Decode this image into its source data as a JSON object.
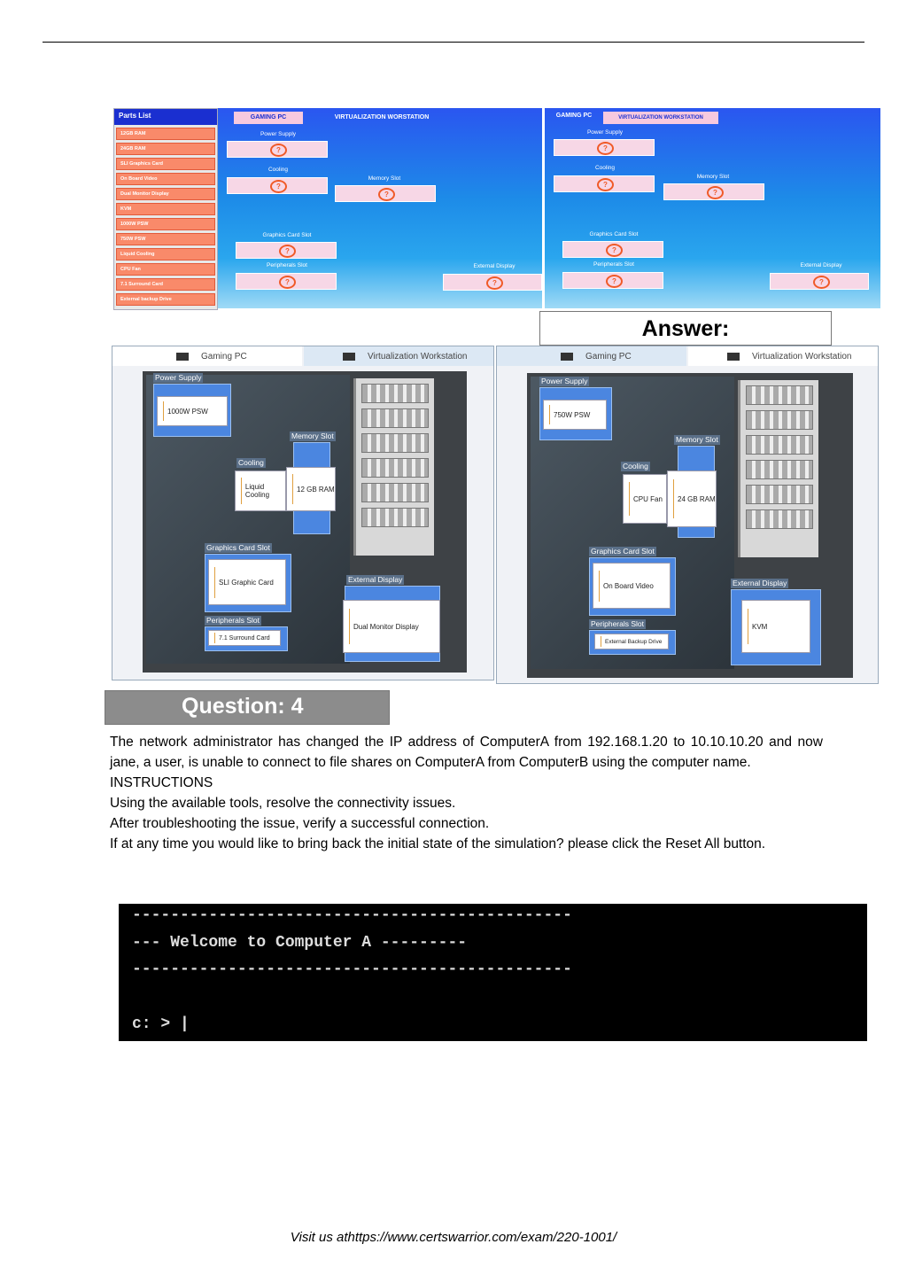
{
  "question_sim": {
    "parts_list": {
      "title": "Parts List",
      "items": [
        "12GB RAM",
        "24GB RAM",
        "SLI Graphics Card",
        "On Board Video",
        "Dual Monitor Display",
        "KVM",
        "1000W PSW",
        "750W PSW",
        "Liquid Cooling",
        "CPU Fan",
        "7.1 Surround Card",
        "External backup Drive"
      ]
    },
    "left": {
      "tab_gaming": "GAMING PC",
      "tab_virtual": "VIRTUALIZATION WORSTATION",
      "labels": {
        "power_supply": "Power Supply",
        "cooling": "Cooling",
        "memory_slot": "Memory Slot",
        "graphics_card_slot": "Graphics Card Slot",
        "peripherals_slot": "Peripherals Slot",
        "external_display": "External Display"
      }
    },
    "right": {
      "tab_gaming": "GAMING PC",
      "tab_virtual": "VIRTUALIZATION WORKSTATION",
      "labels": {
        "power_supply": "Power Supply",
        "cooling": "Cooling",
        "memory_slot": "Memory Slot",
        "graphics_card_slot": "Graphics Card Slot",
        "peripherals_slot": "Peripherals Slot",
        "external_display": "External Display"
      }
    },
    "question_mark": "?"
  },
  "answer_label": "Answer:",
  "answer_panels": {
    "gaming": {
      "tab_gaming": "Gaming PC",
      "tab_virtual": "Virtualization Workstation",
      "labels": {
        "power_supply": "Power Supply",
        "memory_slot": "Memory Slot",
        "cooling": "Cooling",
        "graphics_card_slot": "Graphics Card Slot",
        "external_display": "External Display",
        "peripherals_slot": "Peripherals Slot"
      },
      "values": {
        "power_supply": "1000W PSW",
        "cooling": "Liquid Cooling",
        "memory": "12 GB RAM",
        "graphics": "SLI Graphic Card",
        "external_display": "Dual Monitor Display",
        "peripherals": "7.1 Surround Card"
      }
    },
    "virtual": {
      "tab_gaming": "Gaming PC",
      "tab_virtual": "Virtualization Workstation",
      "labels": {
        "power_supply": "Power Supply",
        "memory_slot": "Memory Slot",
        "cooling": "Cooling",
        "graphics_card_slot": "Graphics Card Slot",
        "external_display": "External Display",
        "peripherals_slot": "Peripherals Slot"
      },
      "values": {
        "power_supply": "750W PSW",
        "cooling": "CPU Fan",
        "memory": "24 GB RAM",
        "graphics": "On Board Video",
        "external_display": "KVM",
        "peripherals": "External Backup Drive"
      }
    }
  },
  "question": {
    "heading": "Question: 4",
    "paragraphs": [
      "The network administrator has changed the IP address of ComputerA from 192.168.1.20 to 10.10.10.20 and now jane, a user, is unable to connect to file shares on ComputerA from ComputerB using the computer name.",
      "INSTRUCTIONS",
      "Using the available tools, resolve the connectivity issues.",
      "After troubleshooting the issue, verify a successful connection.",
      "If at any time you would like to bring back the initial state of the simulation? please click the Reset All button."
    ]
  },
  "terminal": {
    "rule1": "----------------------------------------------",
    "welcome": "--- Welcome to Computer A ---------",
    "rule2": "----------------------------------------------",
    "prompt": "c: > |"
  },
  "footer": "Visit us athttps://www.certswarrior.com/exam/220-1001/"
}
